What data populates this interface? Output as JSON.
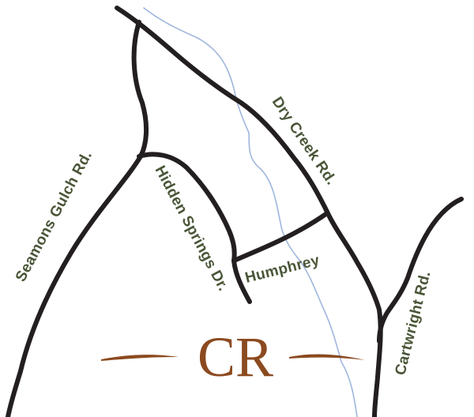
{
  "map": {
    "roads": [
      {
        "id": "seamons-gulch",
        "label": "Seamons Gulch Rd."
      },
      {
        "id": "hidden-springs",
        "label": "Hidden Springs Dr."
      },
      {
        "id": "dry-creek",
        "label": "Dry Creek Rd."
      },
      {
        "id": "humphrey",
        "label": "Humphrey"
      },
      {
        "id": "cartwright",
        "label": "Cartwright Rd."
      }
    ],
    "logo": {
      "text": "CR"
    },
    "colors": {
      "road": "#231f20",
      "label": "#4a5638",
      "creek": "#9fb6dd",
      "logo": "#8b4a1f",
      "background": "#ffffff"
    }
  }
}
